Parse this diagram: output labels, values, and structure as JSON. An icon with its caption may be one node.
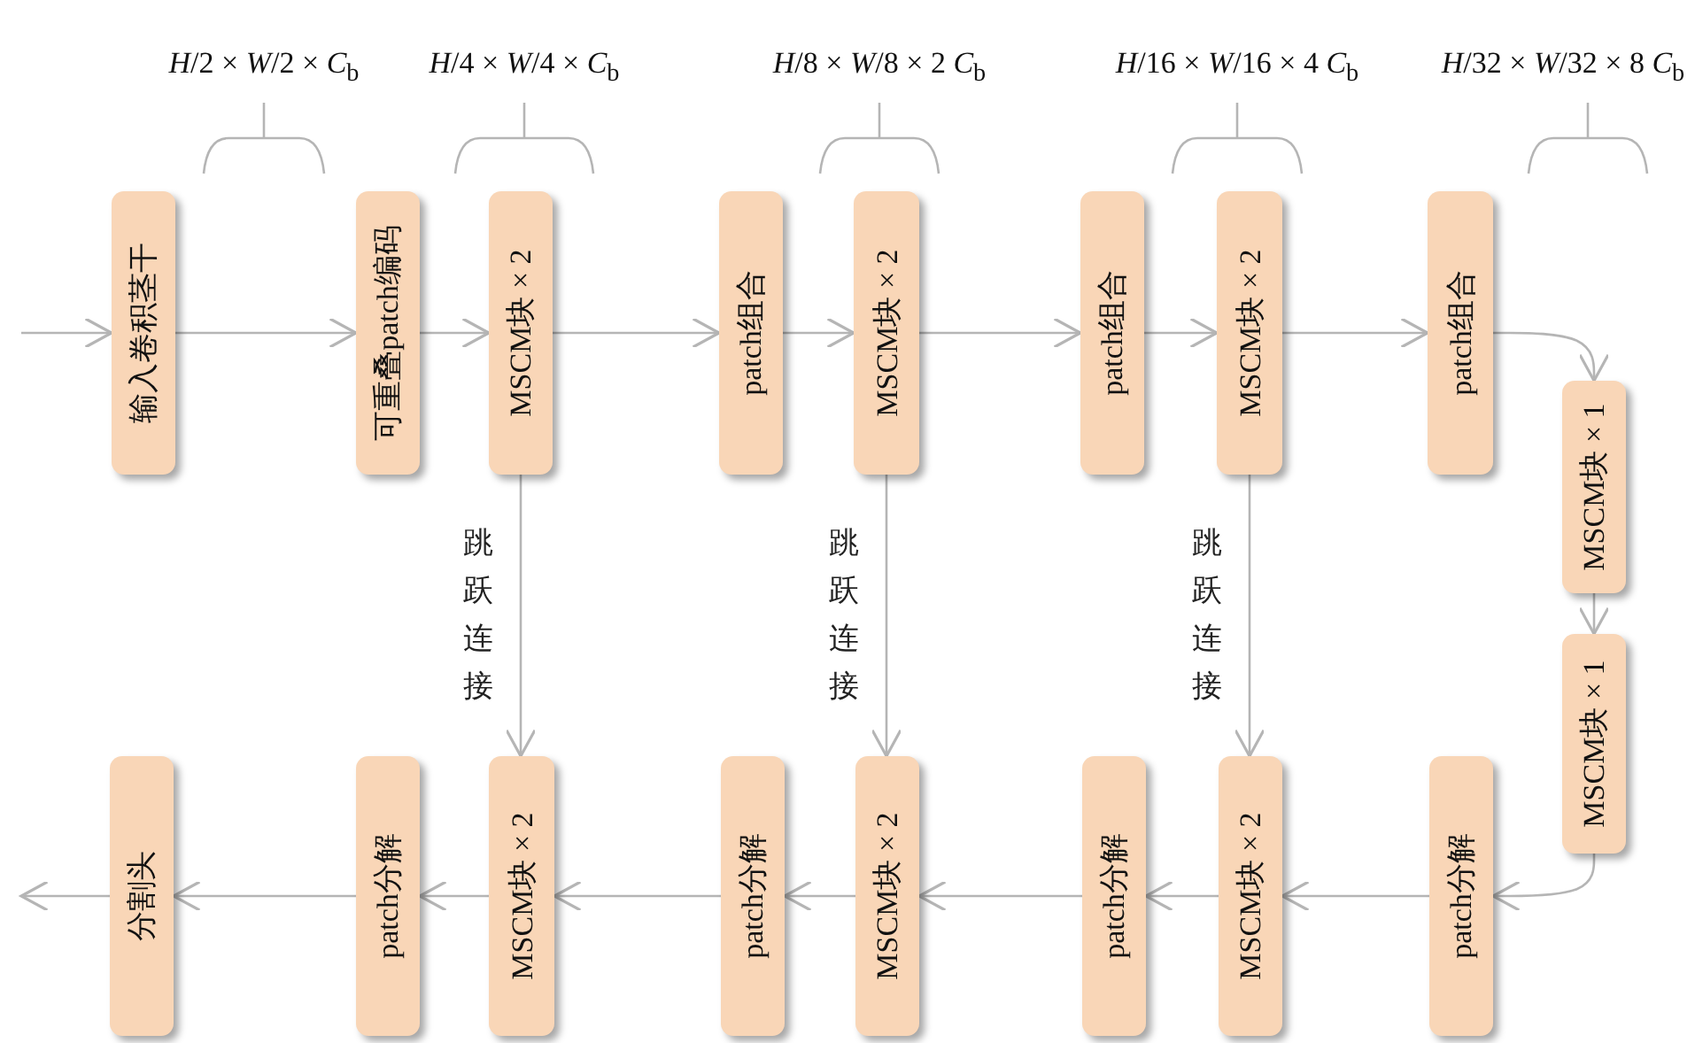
{
  "diagram": {
    "nodes": [
      {
        "text": [
          "输入卷积茎干"
        ]
      },
      {
        "text": [
          "可重叠patch编码"
        ]
      },
      {
        "text": [
          "MSCM块 × 2"
        ]
      },
      {
        "text": [
          "patch组合"
        ]
      },
      {
        "text": [
          "MSCM块 × 2"
        ]
      },
      {
        "text": [
          "patch组合"
        ]
      },
      {
        "text": [
          "MSCM块 × 2"
        ]
      },
      {
        "text": [
          "patch组合"
        ]
      },
      {
        "text": [
          "MSCM块 × 1"
        ]
      },
      {
        "text": [
          "MSCM块 × 1"
        ]
      },
      {
        "text": [
          "分割头"
        ]
      },
      {
        "text": [
          "patch分解"
        ]
      },
      {
        "text": [
          "MSCM块 × 2"
        ]
      },
      {
        "text": [
          "patch分解"
        ]
      },
      {
        "text": [
          "MSCM块 × 2"
        ]
      },
      {
        "text": [
          "patch分解"
        ]
      },
      {
        "text": [
          "MSCM块 × 2"
        ]
      },
      {
        "text": [
          "patch分解"
        ]
      }
    ],
    "edges": [
      {
        "from": null,
        "to": 0,
        "arrow": "to"
      },
      {
        "from": 0,
        "to": 1,
        "arrow": "to"
      },
      {
        "from": 1,
        "to": 2,
        "arrow": "to"
      },
      {
        "from": 2,
        "to": 3,
        "arrow": "to"
      },
      {
        "from": 3,
        "to": 4,
        "arrow": "to"
      },
      {
        "from": 4,
        "to": 5,
        "arrow": "to"
      },
      {
        "from": 5,
        "to": 6,
        "arrow": "to"
      },
      {
        "from": 6,
        "to": 7,
        "arrow": "to"
      },
      {
        "from": 7,
        "to": 8,
        "arrow": "to"
      },
      {
        "from": 8,
        "to": 9,
        "arrow": "to"
      },
      {
        "from": 9,
        "to": 17,
        "arrow": "to"
      },
      {
        "from": 17,
        "to": 16,
        "arrow": "to"
      },
      {
        "from": 16,
        "to": 15,
        "arrow": "to"
      },
      {
        "from": 15,
        "to": 14,
        "arrow": "to"
      },
      {
        "from": 14,
        "to": 13,
        "arrow": "to"
      },
      {
        "from": 13,
        "to": 12,
        "arrow": "to"
      },
      {
        "from": 12,
        "to": 11,
        "arrow": "to"
      },
      {
        "from": 11,
        "to": 10,
        "arrow": "to"
      },
      {
        "from": 10,
        "to": null,
        "arrow": "to"
      },
      {
        "from": 2,
        "to": 12,
        "arrow": "to",
        "label": "跳跃连接"
      },
      {
        "from": 4,
        "to": 14,
        "arrow": "to",
        "label": "跳跃连接"
      },
      {
        "from": 6,
        "to": 16,
        "arrow": "to",
        "label": "跳跃连接"
      }
    ],
    "labels": [
      "*H*/2 × *W*/2 × *C*$_{b}$",
      "*H*/4 × *W*/4 × *C*$_{b}$",
      "*H*/8 × *W*/8 × 2 *C*$_{b}$",
      "*H*/16 × *W*/16 × 4 *C*$_{b}$",
      "*H*/32 × *W*/32 × 8 *C*$_{b}$"
    ]
  }
}
